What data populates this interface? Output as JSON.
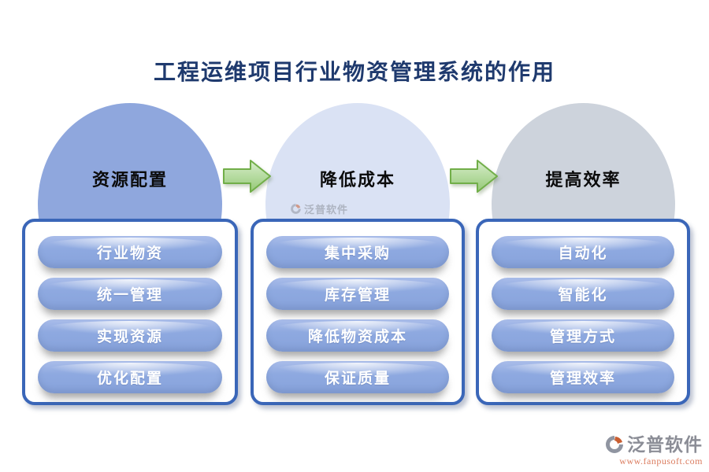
{
  "page": {
    "title": "工程运维项目行业物资管理系统的作用"
  },
  "stages": [
    {
      "label": "资源配置",
      "circle_color": "#8FA7DD",
      "items": [
        "行业物资",
        "统一管理",
        "实现资源",
        "优化配置"
      ]
    },
    {
      "label": "降低成本",
      "circle_color": "#DAE2F4",
      "items": [
        "集中采购",
        "库存管理",
        "降低物资成本",
        "保证质量"
      ]
    },
    {
      "label": "提高效率",
      "circle_color": "#CDD3DC",
      "items": [
        "自动化",
        "智能化",
        "管理方式",
        "管理效率"
      ]
    }
  ],
  "watermark": {
    "text": "泛普软件"
  },
  "footer": {
    "brand": "泛普软件",
    "url": "www.fanpusoft.com"
  },
  "colors": {
    "title_text": "#1F3A6E",
    "panel_border": "#3A66B8",
    "pill_fill": "#8EA9E0",
    "pill_text": "#FFFFFF",
    "arrow_fill": "#A8D28C",
    "arrow_border": "#71AE48",
    "brand_text": "#8B8D96",
    "brand_url": "#DB7C5F"
  }
}
